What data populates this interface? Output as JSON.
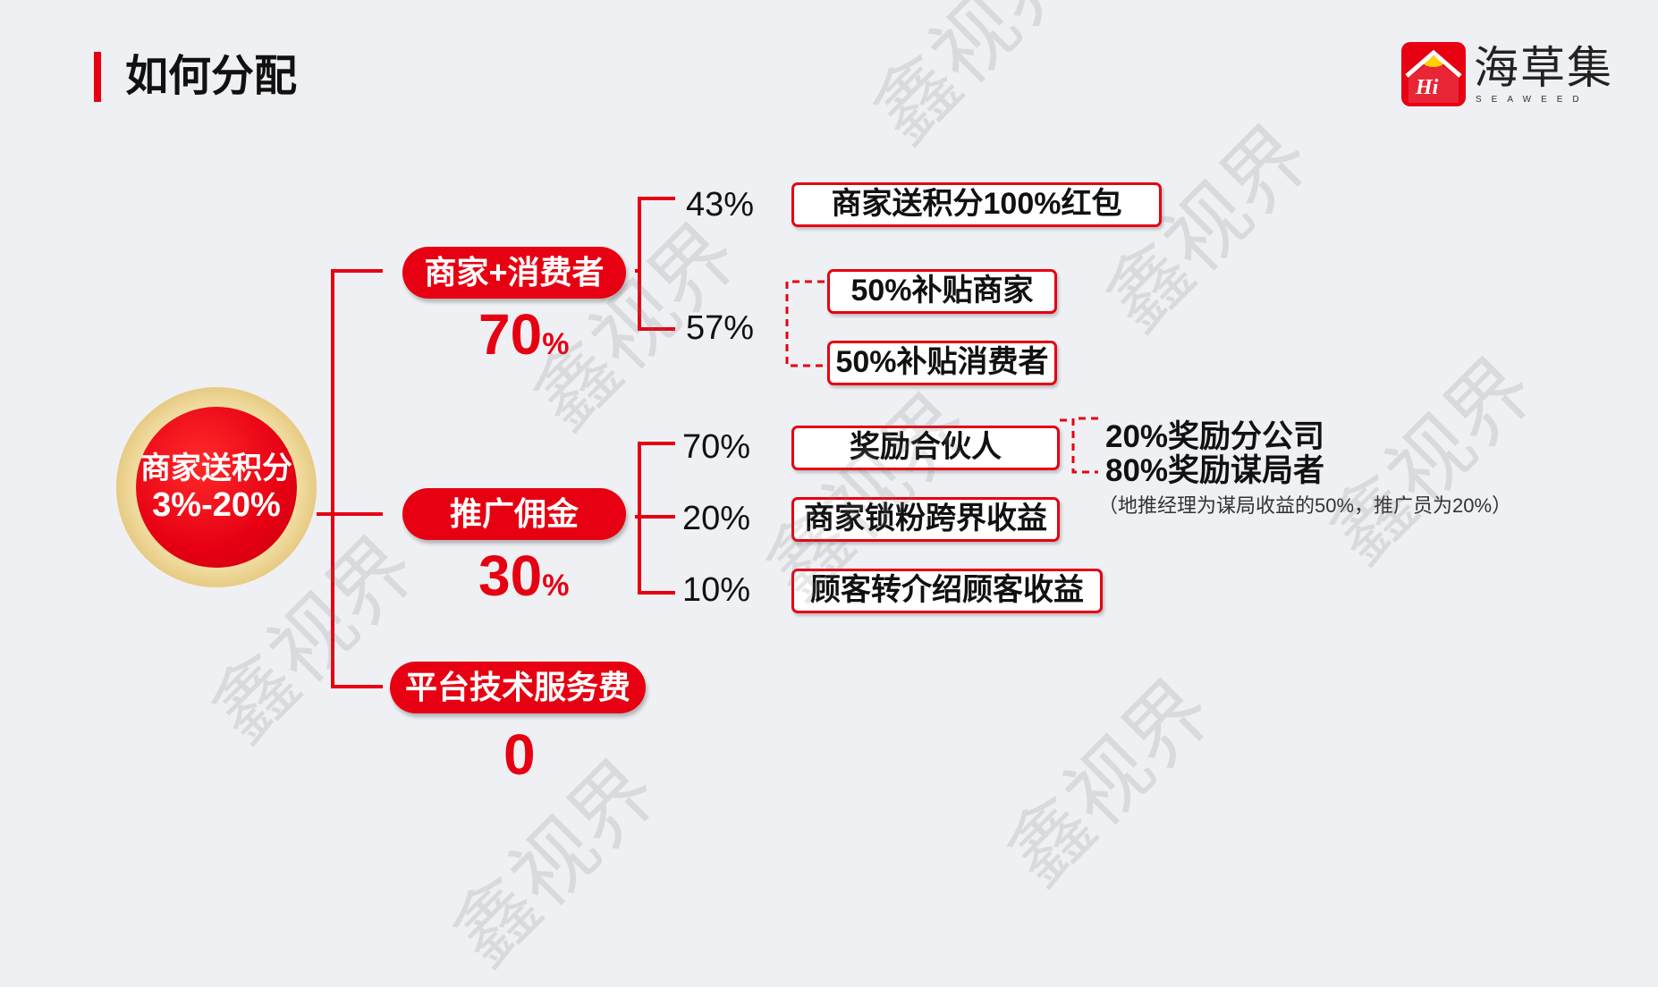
{
  "header": {
    "title": "如何分配"
  },
  "logo": {
    "name": "海草集",
    "sub": "SEAWEED",
    "badge": "Hi"
  },
  "colors": {
    "accent": "#e60012",
    "background": "#eef0f3",
    "text": "#111111"
  },
  "root": {
    "line1": "商家送积分",
    "line2": "3%-20%"
  },
  "branches": [
    {
      "label": "商家+消费者",
      "percent": "70",
      "unit": "%"
    },
    {
      "label": "推广佣金",
      "percent": "30",
      "unit": "%"
    },
    {
      "label": "平台技术服务费",
      "percent": "0"
    }
  ],
  "consumer_split": {
    "p1": "43%",
    "box1": "商家送积分100%红包",
    "p2": "57%",
    "box2a": "50%补贴商家",
    "box2b": "50%补贴消费者"
  },
  "commission_split": {
    "p1": "70%",
    "box1": "奖励合伙人",
    "sub1": "20%奖励分公司",
    "sub2": "80%奖励谋局者",
    "note": "（地推经理为谋局收益的50%，推广员为20%）",
    "p2": "20%",
    "box2": "商家锁粉跨界收益",
    "p3": "10%",
    "box3": "顾客转介绍顾客收益"
  },
  "watermark": {
    "text": "鑫视界"
  }
}
